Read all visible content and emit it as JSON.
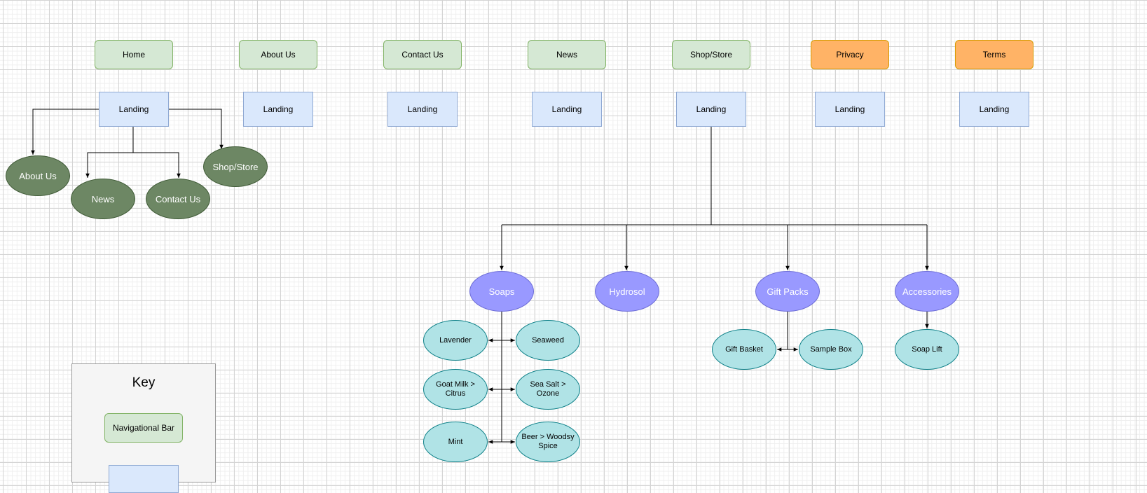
{
  "colors": {
    "nav_fill": "#d5e8d4",
    "nav_stroke": "#82b366",
    "legal_fill": "#ffb366",
    "legal_stroke": "#d79b00",
    "landing_fill": "#dae8fc",
    "landing_stroke": "#8fa9d3",
    "green_node": "#6d8764",
    "purple_node": "#9999ff",
    "teal_node": "#b0e3e6"
  },
  "nav": [
    {
      "label": "Home",
      "type": "nav"
    },
    {
      "label": "About Us",
      "type": "nav"
    },
    {
      "label": "Contact Us",
      "type": "nav"
    },
    {
      "label": "News",
      "type": "nav"
    },
    {
      "label": "Shop/Store",
      "type": "nav"
    },
    {
      "label": "Privacy",
      "type": "legal"
    },
    {
      "label": "Terms",
      "type": "legal"
    }
  ],
  "landing_label": "Landing",
  "home_children": [
    "About Us",
    "News",
    "Contact Us",
    "Shop/Store"
  ],
  "categories": [
    "Soaps",
    "Hydrosol",
    "Gift Packs",
    "Accessories"
  ],
  "soaps_items": [
    "Lavender",
    "Seaweed",
    "Goat Milk > Citrus",
    "Sea Salt > Ozone",
    "Mint",
    "Beer > Woodsy Spice"
  ],
  "gift_items": [
    "Gift Basket",
    "Sample Box"
  ],
  "accessories_items": [
    "Soap Lift"
  ],
  "key": {
    "title": "Key",
    "nav_label": "Navigational Bar"
  }
}
